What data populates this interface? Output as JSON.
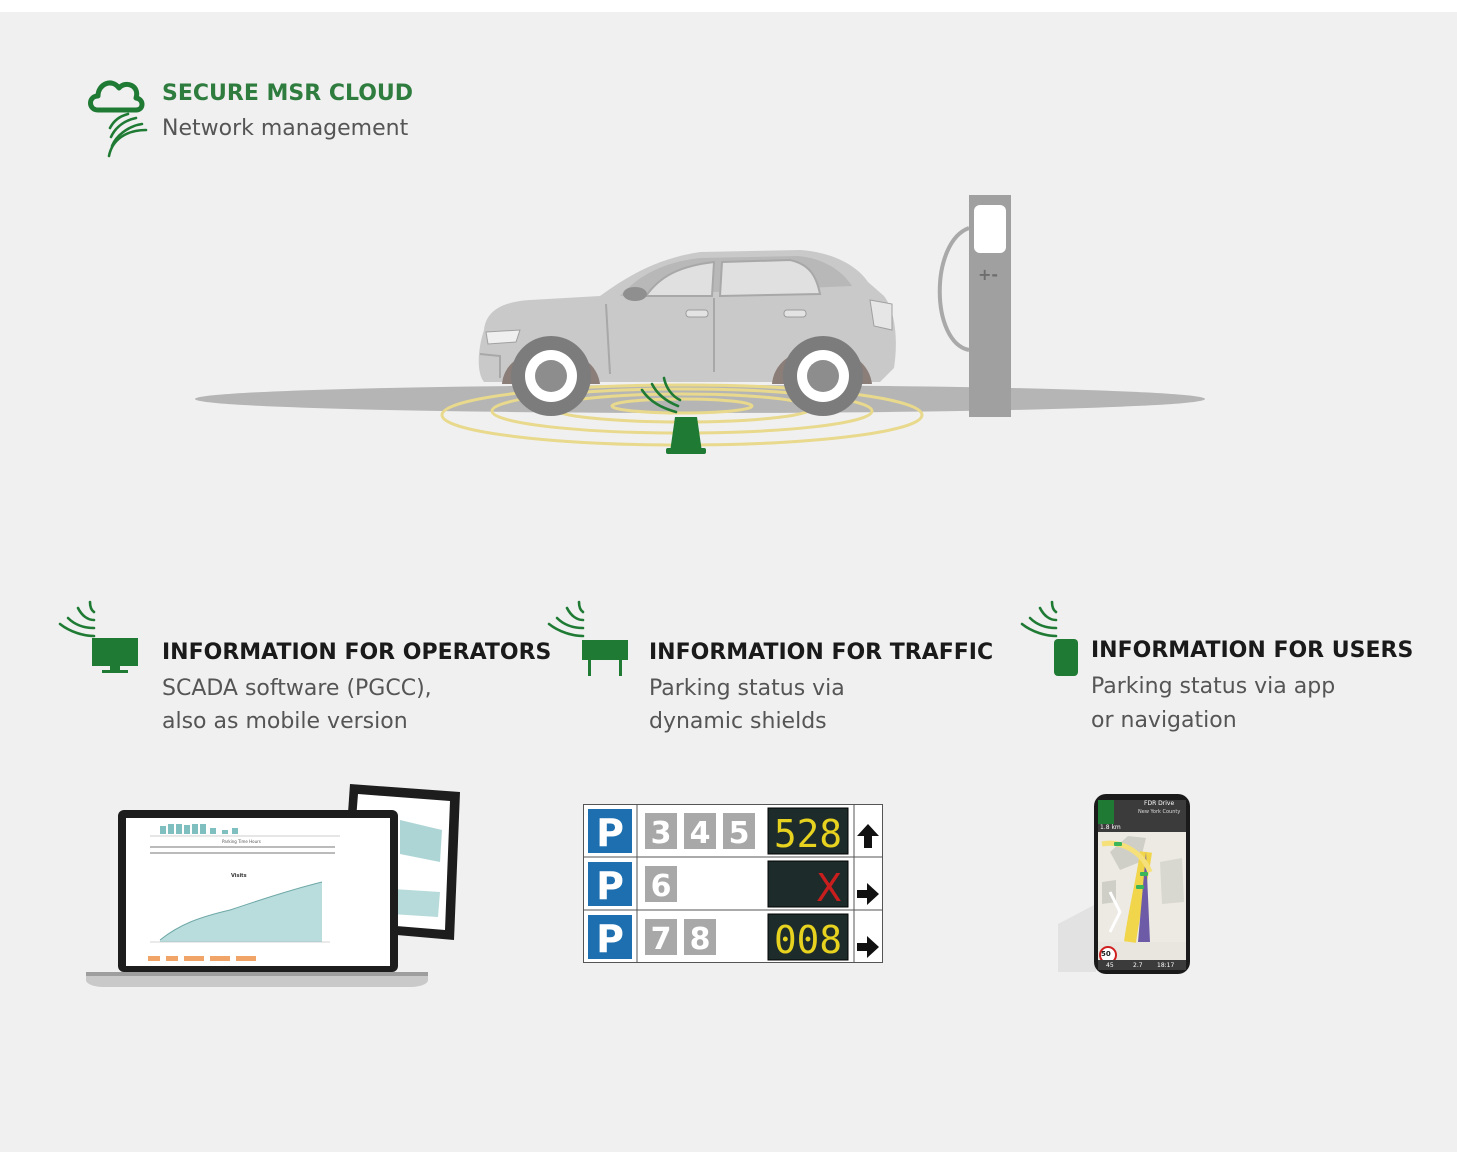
{
  "colors": {
    "accent_green": "#2e7d3e",
    "dark_green": "#1f7a34",
    "text_dark": "#1a1a1a",
    "text_gray": "#555555",
    "background": "#f0f0f0",
    "sign_blue": "#1d6fb0",
    "led_yellow": "#e6d21f",
    "led_red": "#c81e1e"
  },
  "cloud": {
    "title": "SECURE MSR CLOUD",
    "subtitle": "Network management",
    "icons": [
      "cloud-icon",
      "wireless-signal-icon"
    ]
  },
  "scene": {
    "charger_label": "+-",
    "icons": [
      "car-illustration",
      "charging-station-illustration",
      "parking-sensor-icon"
    ]
  },
  "operators": {
    "title": "INFORMATION FOR OPERATORS",
    "lines": [
      "SCADA software (PGCC),",
      "also as mobile version"
    ],
    "icon": "monitor-icon",
    "dashboard": {
      "chart_title": "Parking Time Hours",
      "visits_title": "Visits"
    }
  },
  "traffic": {
    "title": "INFORMATION FOR TRAFFIC",
    "lines": [
      "Parking status via",
      "dynamic shields"
    ],
    "icon": "road-sign-icon",
    "sign_rows": [
      {
        "letter": "P",
        "levels": [
          "3",
          "4",
          "5"
        ],
        "display": "528",
        "arrow": "up"
      },
      {
        "letter": "P",
        "levels": [
          "6"
        ],
        "display": "X",
        "arrow": "right"
      },
      {
        "letter": "P",
        "levels": [
          "7",
          "8"
        ],
        "display": "008",
        "arrow": "right"
      }
    ]
  },
  "users": {
    "title": "INFORMATION FOR USERS",
    "lines": [
      "Parking status via app",
      "or navigation"
    ],
    "icon": "smartphone-icon",
    "phone": {
      "distance": "1.8 km",
      "street": "FDR Drive",
      "region": "New York County",
      "speed_limit": "50",
      "eta_minutes": "45",
      "eta_distance": "2.7",
      "eta_time": "18:17"
    }
  }
}
